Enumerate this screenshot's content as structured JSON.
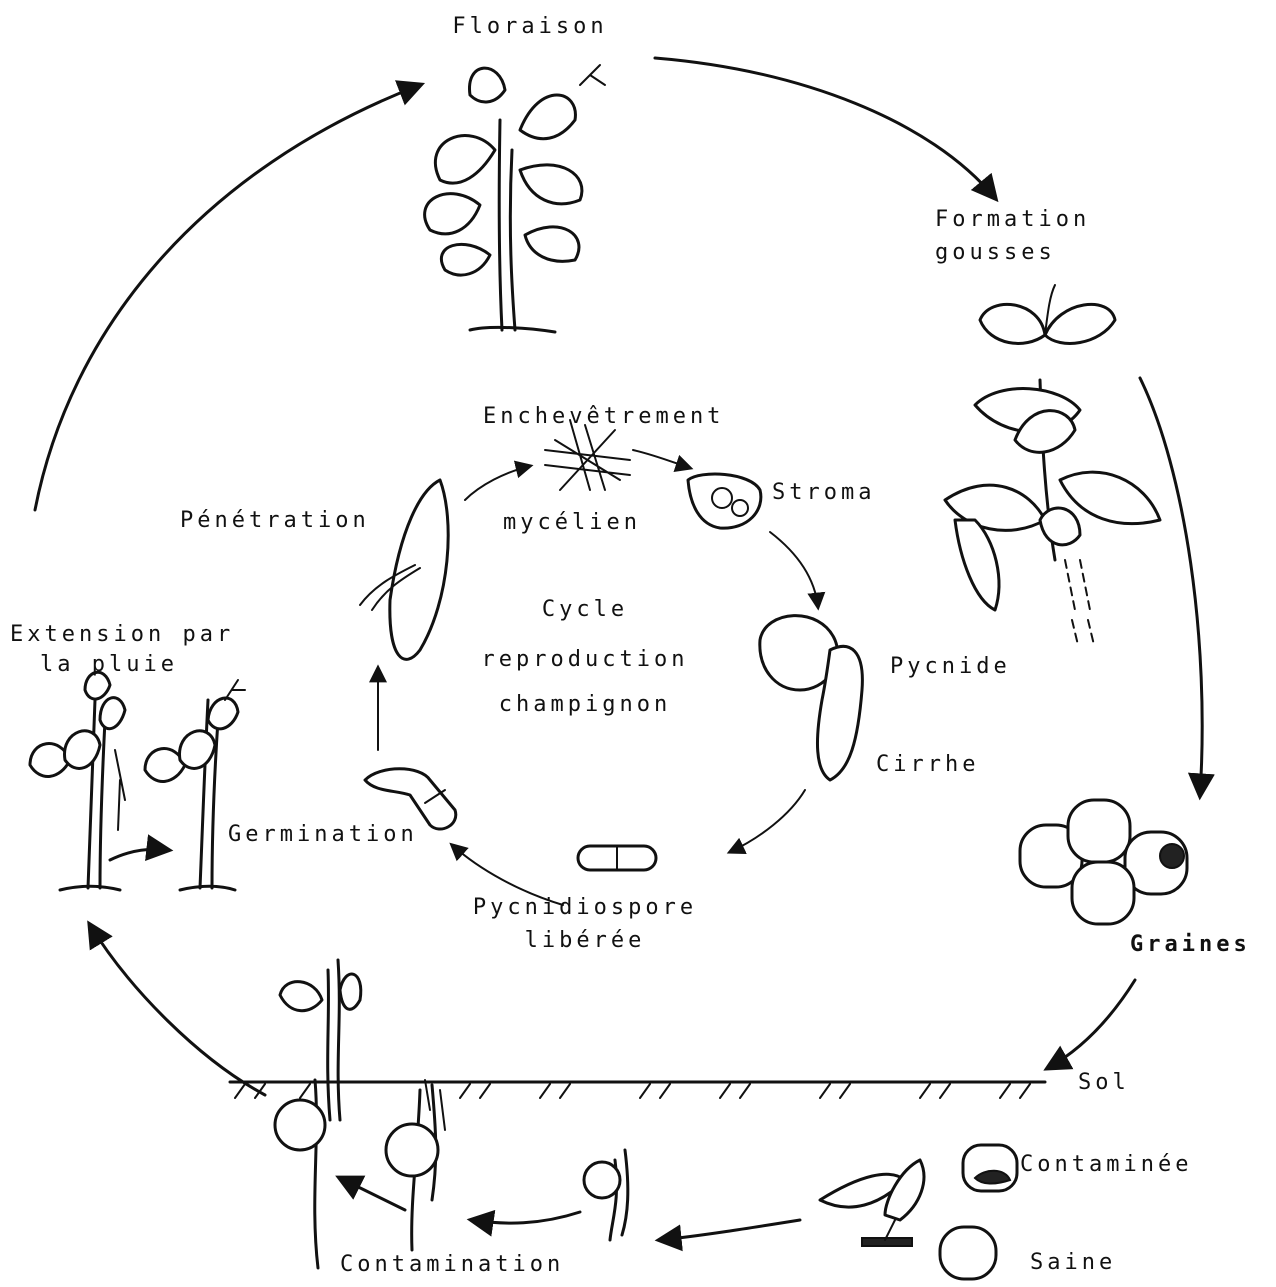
{
  "outer_cycle": {
    "flowering": "Floraison",
    "pod_formation": [
      "Formation",
      "gousses"
    ],
    "seeds": "Graines",
    "soil": "Sol",
    "contaminated": "Contaminée",
    "healthy": "Saine",
    "contamination": "Contamination",
    "rain_extension": [
      "Extension par",
      "la pluie"
    ]
  },
  "inner_cycle": {
    "center": [
      "Cycle",
      "reproduction",
      "champignon"
    ],
    "mycelial_tangle": [
      "Enchevêtrement",
      "mycélien"
    ],
    "stroma": "Stroma",
    "pycnidium": "Pycnide",
    "cirrhus": "Cirrhe",
    "released_spore": [
      "Pycnidiospore",
      "libérée"
    ],
    "germination": "Germination",
    "penetration": "Pénétration"
  },
  "colors": {
    "ink": "#111111",
    "paper": "#ffffff"
  }
}
